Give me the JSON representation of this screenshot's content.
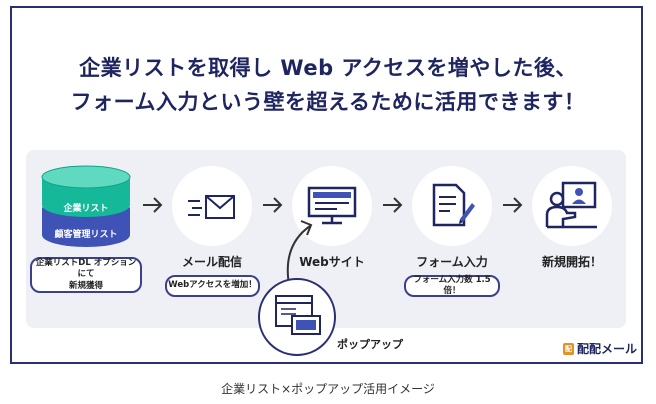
{
  "headline": {
    "line1": "企業リストを取得し Web アクセスを増やした後、",
    "line2": "フォーム入力という壁を超えるために活用できます！"
  },
  "database": {
    "top_label": "企業リスト",
    "bottom_label": "顧客管理リスト",
    "note": "企業リストDL オプションにて\n新規獲得"
  },
  "steps": {
    "mail": {
      "label": "メール配信",
      "note": "Webアクセスを増加！"
    },
    "web": {
      "label": "Webサイト"
    },
    "form": {
      "label": "フォーム入力",
      "note": "フォーム入力数 1.5倍！"
    },
    "new": {
      "label": "新規開拓！"
    },
    "popup": {
      "label": "ポップアップ"
    }
  },
  "brand": {
    "name": "配配メール",
    "mark": "配"
  },
  "caption": "企業リスト×ポップアップ活用イメージ",
  "colors": {
    "navy": "#1f2560",
    "accent": "#3b3f8f",
    "db_green": "#16b89a",
    "db_blue": "#3f52b5",
    "panel": "#eef0f5"
  }
}
